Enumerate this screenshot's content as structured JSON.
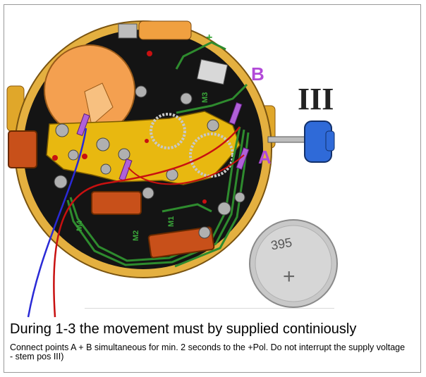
{
  "labels": {
    "point_b": "B",
    "point_a": "A",
    "stem_position": "III",
    "battery_marking": "395",
    "battery_polarity": "+",
    "board_plus": "+",
    "motor_labels": [
      "M1",
      "M2",
      "M3",
      "M4"
    ]
  },
  "instructions": {
    "heading": "During 1-3 the movement must by supplied continiously",
    "body": "Connect points A + B simultaneous for min. 2 seconds to the +Pol. Do not interrupt the supply voltage  - stem pos III)"
  },
  "colors": {
    "point_label": "#b24ad8",
    "wire_blue": "#2a2ad6",
    "wire_red": "#c81010",
    "circuit_green": "#2e8b2e",
    "bridge_yellow": "#e8b810",
    "battery_cell_orange": "#f4a050",
    "coil_orange": "#c8501a",
    "crown_blue": "#2f6ad8"
  }
}
